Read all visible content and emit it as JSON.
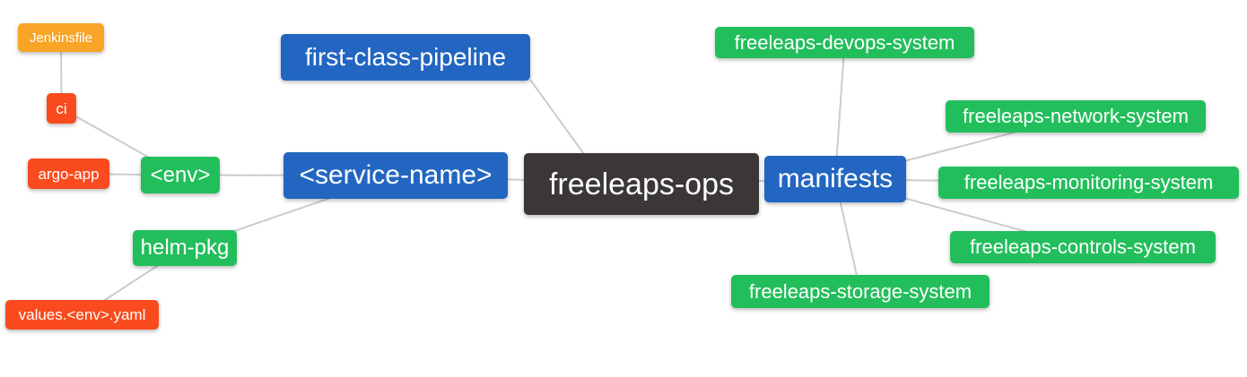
{
  "diagram": {
    "type": "mindmap",
    "root": "freeleaps_ops",
    "background": "#FFFFFF",
    "edge_color": "#CCCCCC",
    "palette": {
      "blue": "#2366C1",
      "green": "#23BE5C",
      "red": "#F94B1E",
      "amber": "#F8A426",
      "dark": "#3B3737",
      "text": "#FFFFFF"
    }
  },
  "nodes": {
    "jenkinsfile": {
      "label": "Jenkinsfile",
      "color": "amber"
    },
    "ci": {
      "label": "ci",
      "color": "red"
    },
    "argo_app": {
      "label": "argo-app",
      "color": "red"
    },
    "env": {
      "label": "<env>",
      "color": "green"
    },
    "helm_pkg": {
      "label": "helm-pkg",
      "color": "green"
    },
    "values_env_yaml": {
      "label": "values.<env>.yaml",
      "color": "red"
    },
    "first_class_pipeline": {
      "label": "first-class-pipeline",
      "color": "blue"
    },
    "service_name": {
      "label": "<service-name>",
      "color": "blue"
    },
    "freeleaps_ops": {
      "label": "freeleaps-ops",
      "color": "dark"
    },
    "manifests": {
      "label": "manifests",
      "color": "blue"
    },
    "devops_system": {
      "label": "freeleaps-devops-system",
      "color": "green"
    },
    "network_system": {
      "label": "freeleaps-network-system",
      "color": "green"
    },
    "monitoring_system": {
      "label": "freeleaps-monitoring-system",
      "color": "green"
    },
    "controls_system": {
      "label": "freeleaps-controls-system",
      "color": "green"
    },
    "storage_system": {
      "label": "freeleaps-storage-system",
      "color": "green"
    }
  },
  "edges": [
    {
      "from": "jenkinsfile",
      "to": "ci"
    },
    {
      "from": "ci",
      "to": "env"
    },
    {
      "from": "argo_app",
      "to": "env"
    },
    {
      "from": "env",
      "to": "service_name"
    },
    {
      "from": "helm_pkg",
      "to": "service_name"
    },
    {
      "from": "values_env_yaml",
      "to": "helm_pkg"
    },
    {
      "from": "first_class_pipeline",
      "to": "freeleaps_ops",
      "anchor_from": [
        591,
        89
      ],
      "anchor_to": [
        651,
        172
      ]
    },
    {
      "from": "service_name",
      "to": "freeleaps_ops"
    },
    {
      "from": "freeleaps_ops",
      "to": "manifests"
    },
    {
      "from": "manifests",
      "to": "devops_system"
    },
    {
      "from": "manifests",
      "to": "network_system"
    },
    {
      "from": "manifests",
      "to": "monitoring_system"
    },
    {
      "from": "manifests",
      "to": "controls_system"
    },
    {
      "from": "manifests",
      "to": "storage_system"
    }
  ]
}
